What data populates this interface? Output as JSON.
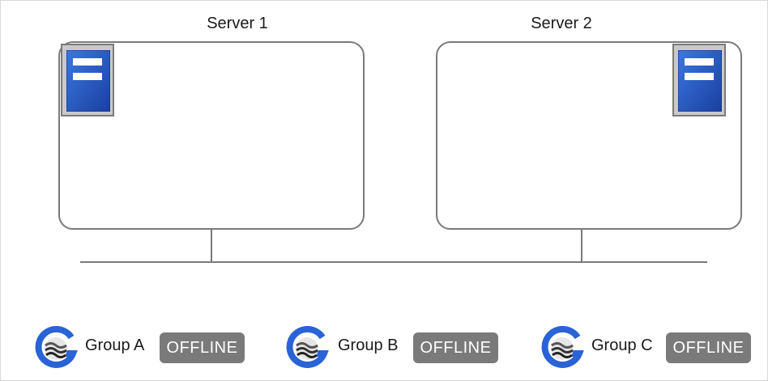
{
  "servers": [
    {
      "label": "Server 1",
      "icon": "server-icon"
    },
    {
      "label": "Server 2",
      "icon": "server-icon"
    }
  ],
  "groups": [
    {
      "name": "Group A",
      "status": "OFFLINE",
      "icon": "failover-group-icon"
    },
    {
      "name": "Group B",
      "status": "OFFLINE",
      "icon": "failover-group-icon"
    },
    {
      "name": "Group C",
      "status": "OFFLINE",
      "icon": "failover-group-icon"
    }
  ],
  "colors": {
    "outline": "#7a7a7a",
    "server_blue": "#1f4fb8",
    "server_blue_light": "#3b78e0",
    "badge_bg": "#7a7a7a",
    "badge_text": "#ffffff"
  }
}
